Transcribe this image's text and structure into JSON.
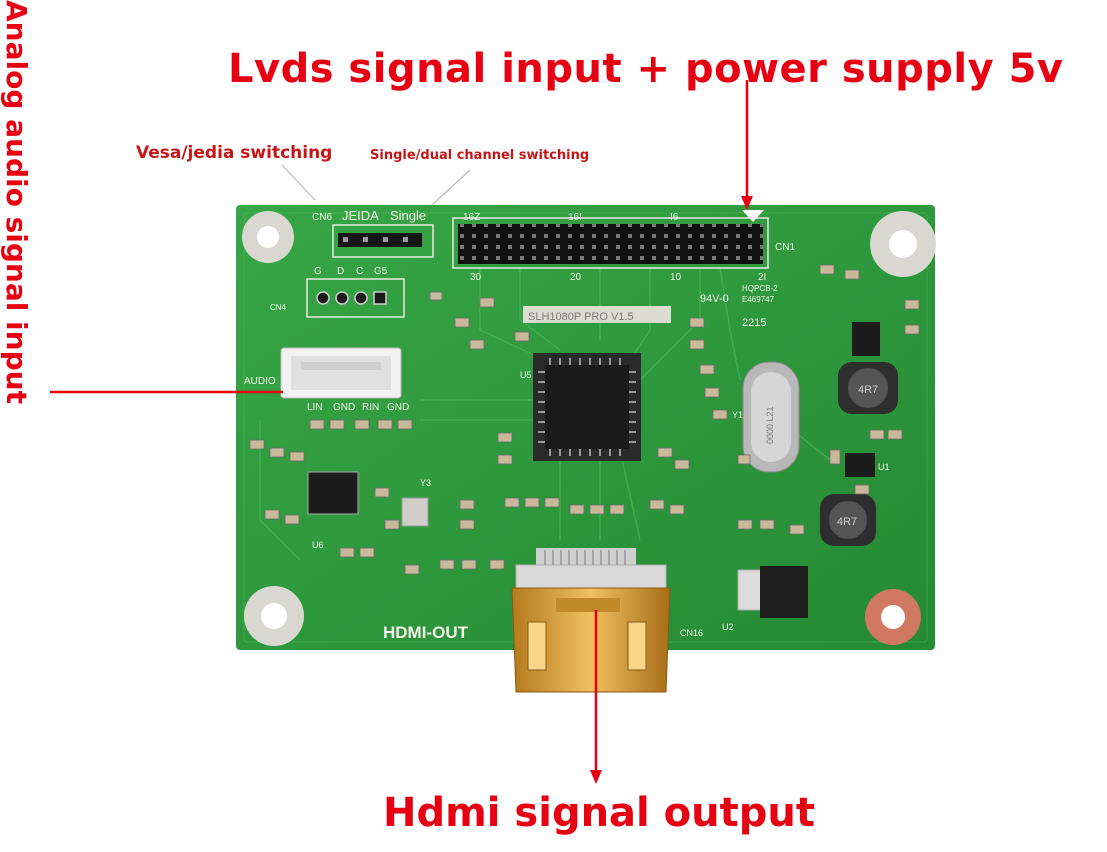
{
  "callouts": {
    "top": "Lvds signal input + power supply 5v",
    "vesa": "Vesa/jedia switching",
    "single_dual": "Single/dual channel switching",
    "audio": "Analog audio signal input",
    "bottom": "Hdmi signal output"
  },
  "board": {
    "model": "SLH1080P PRO V1.5",
    "cn6": "CN6",
    "jeida": "JEIDA",
    "single": "Single",
    "cn1": "CN1",
    "pin_top": [
      "16Z",
      "16I",
      "I6"
    ],
    "pin_bottom": [
      "30",
      "20",
      "10",
      "2I"
    ],
    "cert1": "HQPCB-2",
    "cert2": "E469747",
    "rating": "94V-0",
    "date": "2215",
    "cn4": "CN4",
    "cn4_pins": [
      "G",
      "D",
      "C",
      "G5"
    ],
    "audio_text": "AUDIO",
    "audio_pins": [
      "LIN",
      "GND",
      "RIN",
      "GND"
    ],
    "u5": "U5",
    "u6": "U6",
    "y1": "Y1",
    "y3": "Y3",
    "u1": "U1",
    "u2": "U2",
    "cn16": "CN16",
    "hdmi_out": "HDMI-OUT",
    "crystal": "0000.L21",
    "inductor": "4R7"
  },
  "colors": {
    "callout_red": "#e60012",
    "pcb_green": "#2f9a3c",
    "silkscreen": "#f4f4ea",
    "gold": "#d8a032"
  }
}
